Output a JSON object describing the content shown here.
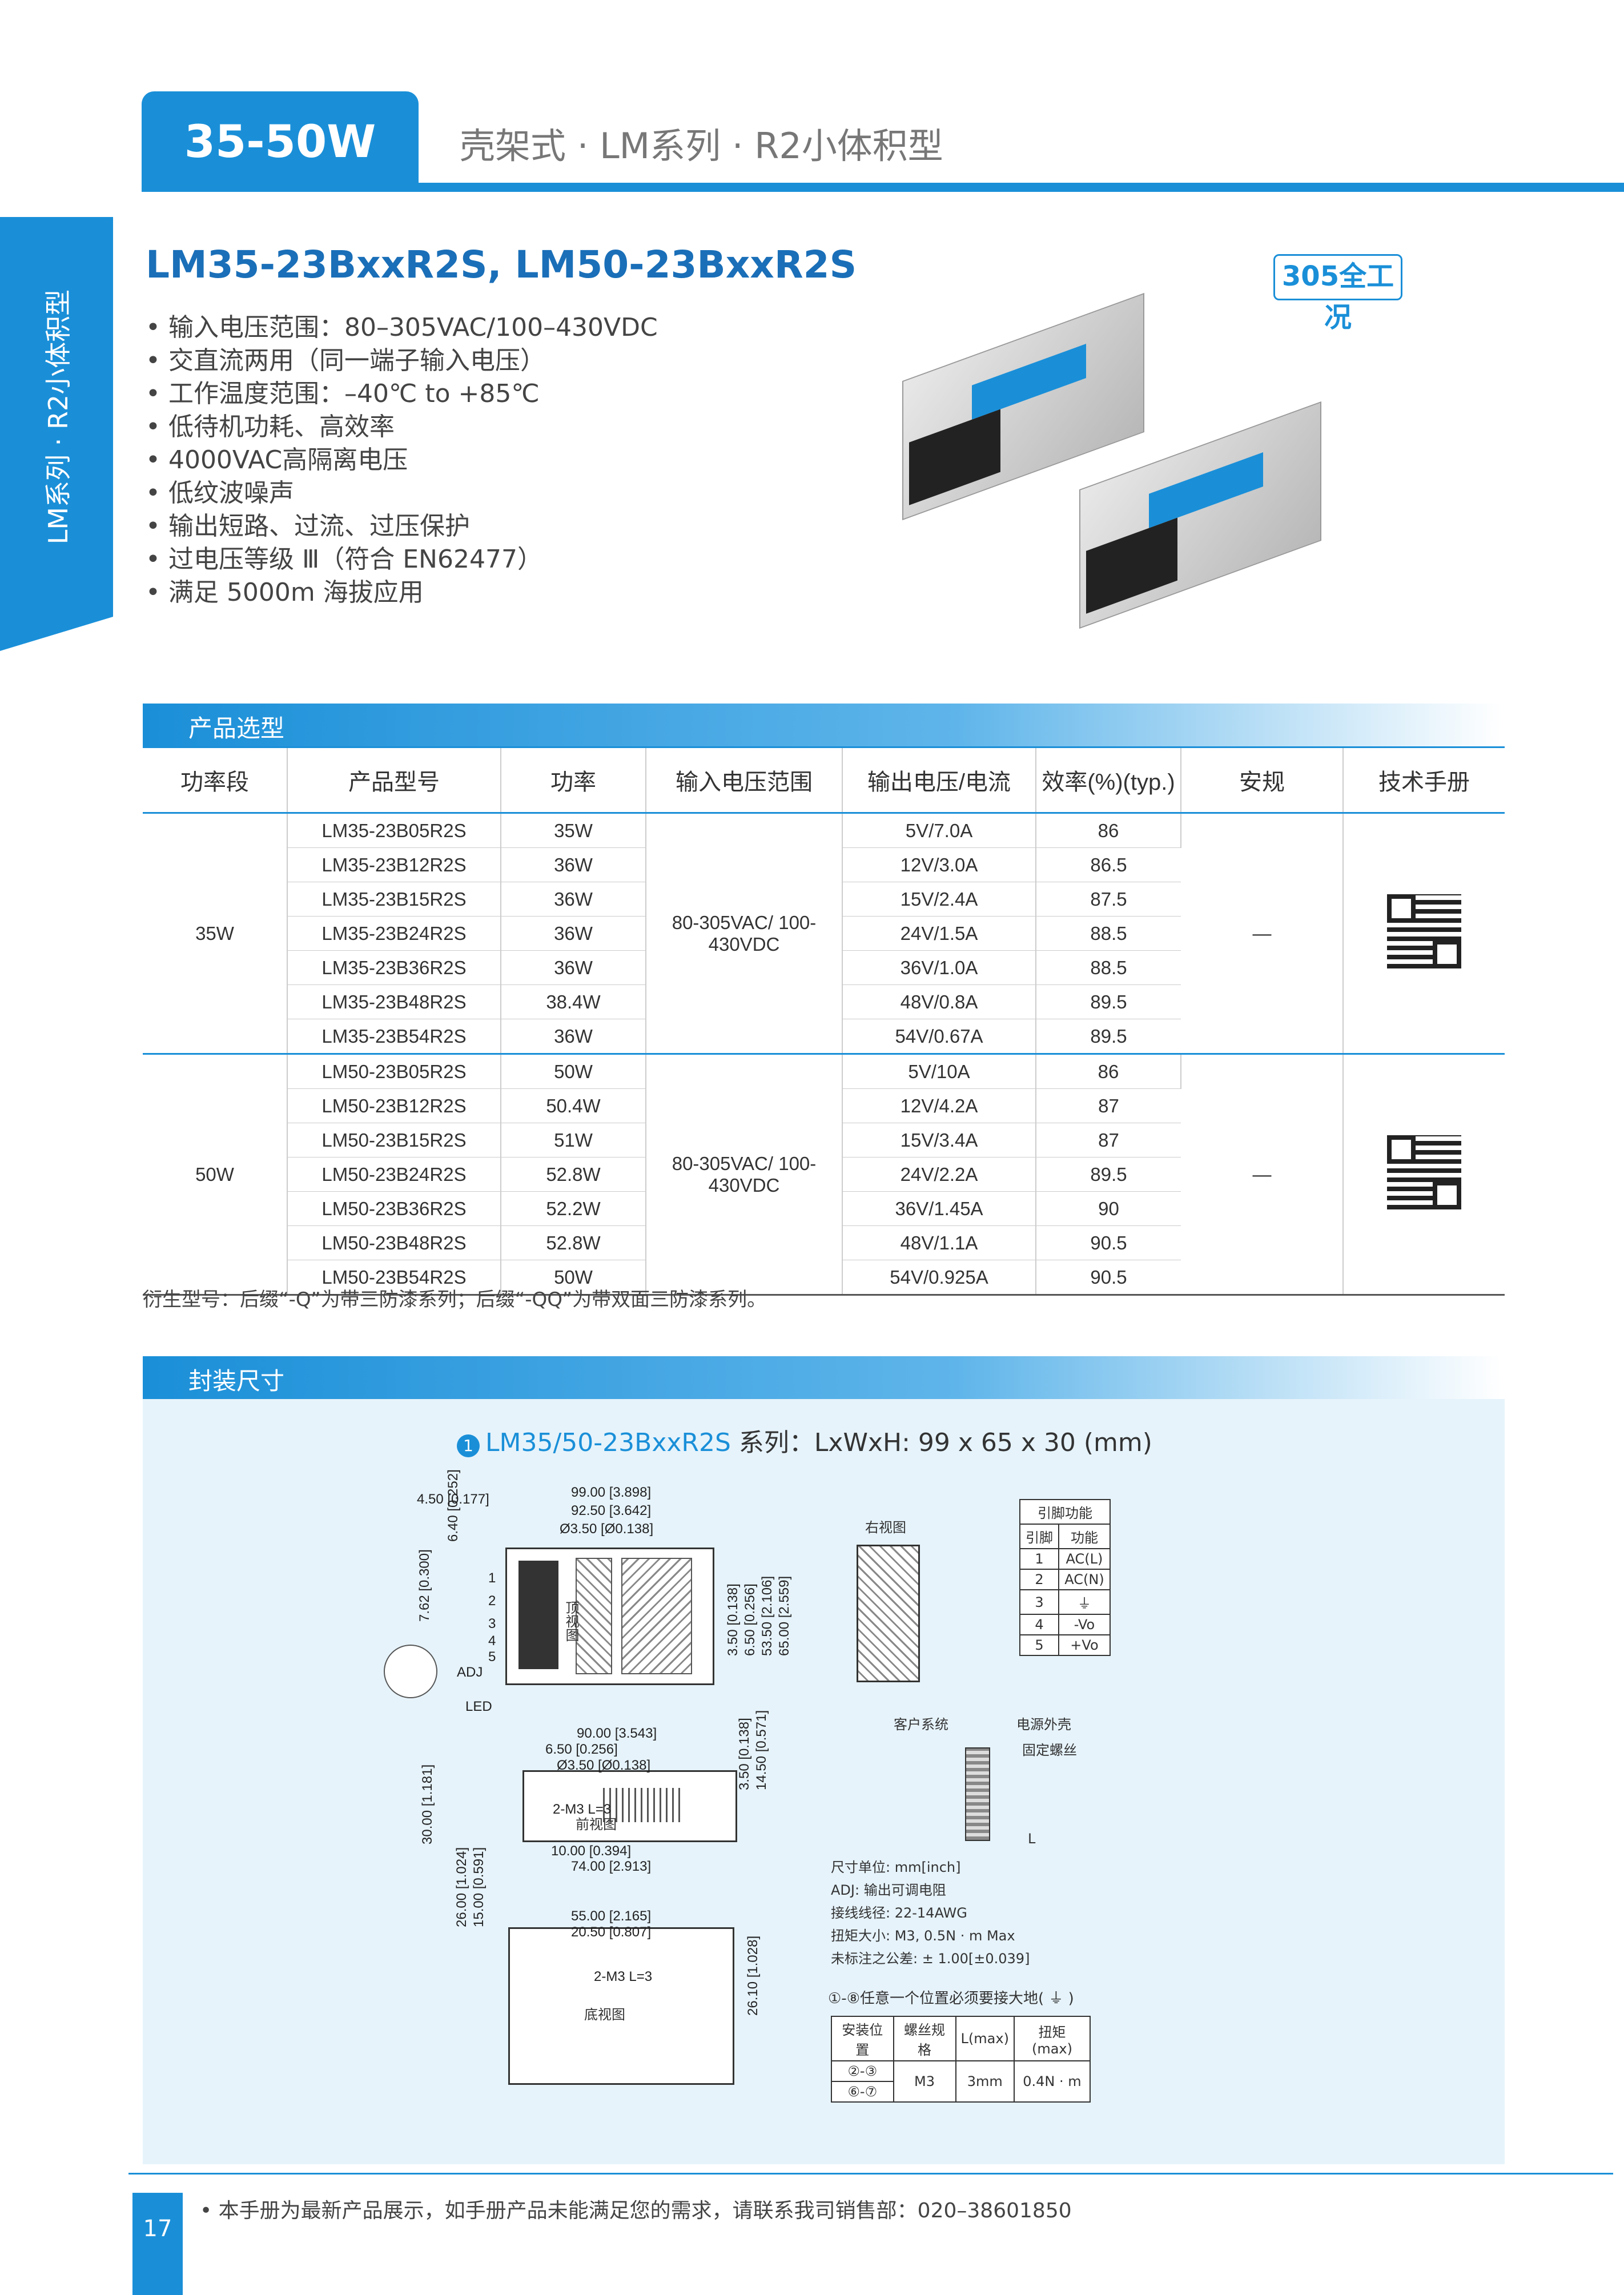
{
  "header": {
    "power_range": "35-50W",
    "subtitle": "壳架式 · LM系列 · R2小体积型"
  },
  "side_tab": "LM系列 · R2小体积型",
  "title": "LM35-23BxxR2S, LM50-23BxxR2S",
  "badge": "305全工况",
  "features": [
    "输入电压范围：80–305VAC/100–430VDC",
    "交直流两用（同一端子输入电压）",
    "工作温度范围：–40℃ to +85℃",
    "低待机功耗、高效率",
    "4000VAC高隔离电压",
    "低纹波噪声",
    "输出短路、过流、过压保护",
    "过电压等级 Ⅲ（符合 EN62477）",
    "满足 5000m 海拔应用"
  ],
  "selection": {
    "section_title": "产品选型",
    "headers": [
      "功率段",
      "产品型号",
      "功率",
      "输入电压范围",
      "输出电压/电流",
      "效率(%)(typ.)",
      "安规",
      "技术手册"
    ],
    "groups": [
      {
        "band": "35W",
        "input": "80-305VAC/ 100-430VDC",
        "safety": "—",
        "rows": [
          [
            "LM35-23B05R2S",
            "35W",
            "5V/7.0A",
            "86"
          ],
          [
            "LM35-23B12R2S",
            "36W",
            "12V/3.0A",
            "86.5"
          ],
          [
            "LM35-23B15R2S",
            "36W",
            "15V/2.4A",
            "87.5"
          ],
          [
            "LM35-23B24R2S",
            "36W",
            "24V/1.5A",
            "88.5"
          ],
          [
            "LM35-23B36R2S",
            "36W",
            "36V/1.0A",
            "88.5"
          ],
          [
            "LM35-23B48R2S",
            "38.4W",
            "48V/0.8A",
            "89.5"
          ],
          [
            "LM35-23B54R2S",
            "36W",
            "54V/0.67A",
            "89.5"
          ]
        ]
      },
      {
        "band": "50W",
        "input": "80-305VAC/ 100-430VDC",
        "safety": "—",
        "rows": [
          [
            "LM50-23B05R2S",
            "50W",
            "5V/10A",
            "86"
          ],
          [
            "LM50-23B12R2S",
            "50.4W",
            "12V/4.2A",
            "87"
          ],
          [
            "LM50-23B15R2S",
            "51W",
            "15V/3.4A",
            "87"
          ],
          [
            "LM50-23B24R2S",
            "52.8W",
            "24V/2.2A",
            "89.5"
          ],
          [
            "LM50-23B36R2S",
            "52.2W",
            "36V/1.45A",
            "90"
          ],
          [
            "LM50-23B48R2S",
            "52.8W",
            "48V/1.1A",
            "90.5"
          ],
          [
            "LM50-23B54R2S",
            "50W",
            "54V/0.925A",
            "90.5"
          ]
        ]
      }
    ],
    "note": "衍生型号：后缀“-Q”为带三防漆系列；后缀“-QQ”为带双面三防漆系列。"
  },
  "package": {
    "section_title": "封装尺寸",
    "num": "1",
    "series": "LM35/50-23BxxR2S",
    "series_suffix": " 系列：LxWxH: 99 x 65 x 30 (mm)",
    "top_dims": [
      "99.00 [3.898]",
      "92.50 [3.642]",
      "Ø3.50 [Ø0.138]",
      "4.50 [0.177]",
      "6.40 [0.252]",
      "7.62 [0.300]",
      "3.50 [0.138]",
      "6.50 [0.256]",
      "53.50 [2.106]",
      "65.00 [2.559]"
    ],
    "top_labels": {
      "top_view": "顶视图",
      "adj": "ADJ",
      "led": "LED",
      "pins": [
        "1",
        "2",
        "3",
        "4",
        "5"
      ]
    },
    "front_dims": [
      "90.00 [3.543]",
      "6.50 [0.256]",
      "Ø3.50 [Ø0.138]",
      "3.50 [0.138]",
      "14.50 [0.571]",
      "30.00 [1.181]",
      "10.00 [0.394]",
      "74.00 [2.913]",
      "2-M3 L=3"
    ],
    "front_label": "前视图",
    "bottom_dims": [
      "55.00 [2.165]",
      "20.50 [0.807]",
      "26.00 [1.024]",
      "15.00 [0.591]",
      "26.10 [1.028]",
      "2-M3 L=3"
    ],
    "bottom_label": "底视图",
    "right_view": "右视图",
    "pin_table": {
      "title": "引脚功能",
      "headers": [
        "引脚",
        "功能"
      ],
      "rows": [
        [
          "1",
          "AC(L)"
        ],
        [
          "2",
          "AC(N)"
        ],
        [
          "3",
          "⏚"
        ],
        [
          "4",
          "-Vo"
        ],
        [
          "5",
          "+Vo"
        ]
      ]
    },
    "mount": {
      "client": "客户系统",
      "shell": "电源外壳",
      "screw": "固定螺丝",
      "l": "L"
    },
    "notes": [
      "尺寸单位: mm[inch]",
      "ADJ: 输出可调电阻",
      "接线线径: 22-14AWG",
      "扭矩大小: M3, 0.5N · m Max",
      "未标注之公差: ± 1.00[±0.039]"
    ],
    "ground_note": "①-⑧任意一个位置必须要接大地( ⏚ )",
    "screw_table": {
      "headers": [
        "安装位置",
        "螺丝规格",
        "L(max)",
        "扭矩(max)"
      ],
      "rows": [
        [
          "②-③",
          "M3",
          "3mm",
          "0.4N · m"
        ],
        [
          "⑥-⑦",
          "",
          "",
          ""
        ]
      ]
    }
  },
  "footer": {
    "page": "17",
    "text": "• 本手册为最新产品展示，如手册产品未能满足您的需求，请联系我司销售部：020–38601850"
  }
}
